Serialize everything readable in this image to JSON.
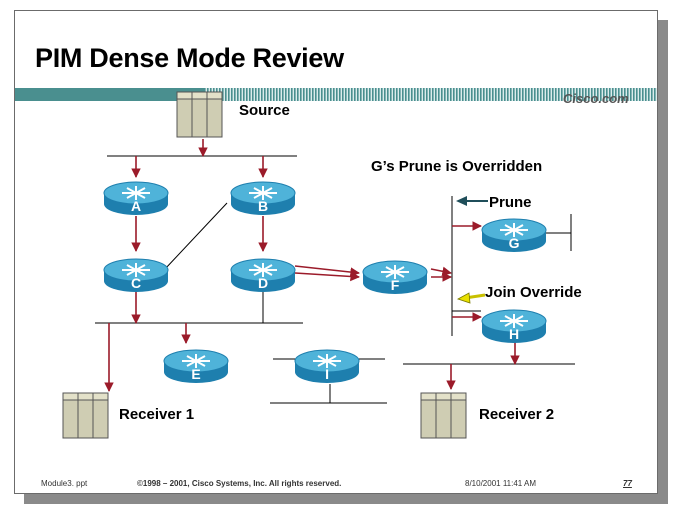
{
  "slide": {
    "title": "PIM Dense Mode Review",
    "brand": "Cisco.com",
    "caption": "G’s Prune is Overridden",
    "footer": {
      "file": "Module3. ppt",
      "copyright": "©1998 – 2001, Cisco Systems, Inc. All rights reserved.",
      "datetime": "8/10/2001 11:41 AM",
      "page": "77"
    }
  },
  "labels": {
    "source": "Source",
    "receiver1": "Receiver 1",
    "receiver2": "Receiver 2",
    "prune": "Prune",
    "join_override": "Join Override"
  },
  "routers": {
    "A": "A",
    "B": "B",
    "C": "C",
    "D": "D",
    "E": "E",
    "F": "F",
    "G": "G",
    "H": "H",
    "I": "I"
  },
  "colors": {
    "router_top": "#4fb3d9",
    "router_side": "#1e7fae",
    "traffic_arrow": "#9b1b2a",
    "prune_arrow": "#1f4e5a",
    "join_arrow": "#e8e000",
    "banner": "#4a8f8f"
  }
}
